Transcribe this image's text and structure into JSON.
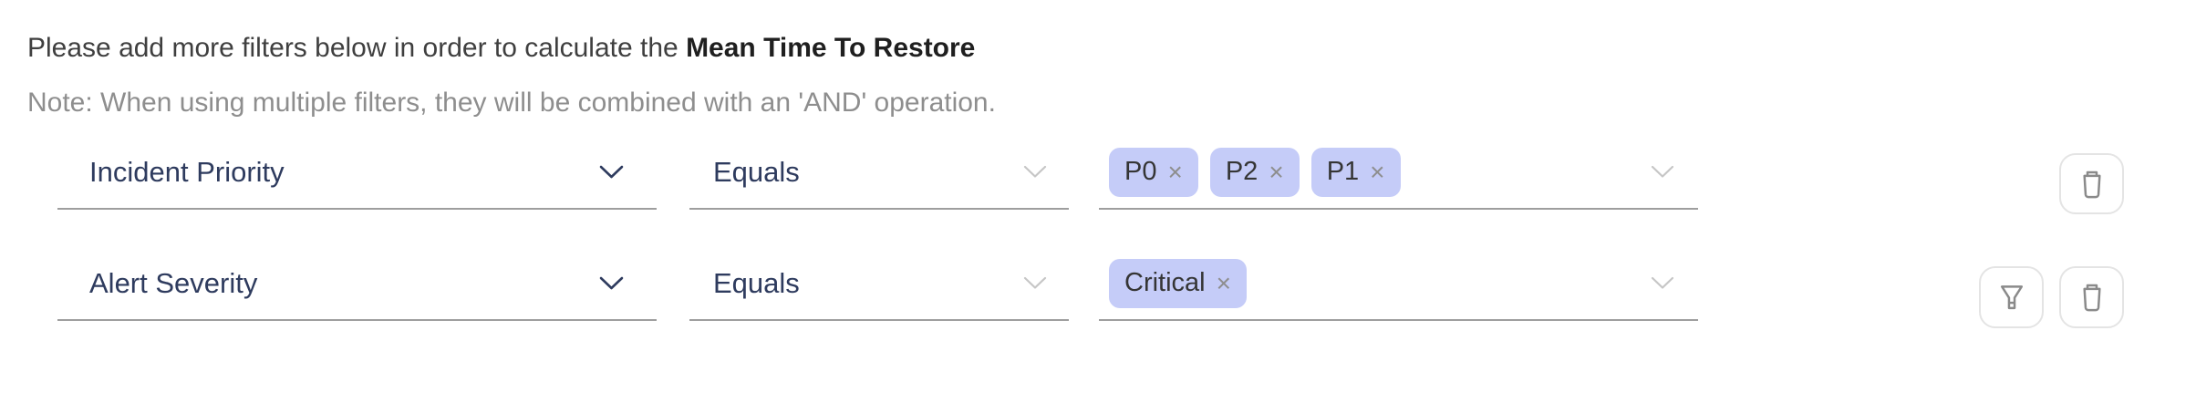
{
  "intro": {
    "line1_regular": "Please add more filters below in order to calculate the ",
    "line1_bold": "Mean Time To Restore",
    "note": "Note: When using multiple filters, they will be combined with an 'AND' operation."
  },
  "glyphs": {
    "remove_tag": "×"
  },
  "icons": {
    "field_dropdown": "chevron-down",
    "row_actions": [
      "funnel",
      "trash"
    ]
  },
  "colors": {
    "field_text": "#2e3b5e",
    "note_text": "#8e8e8e",
    "intro_text": "#3f3f3f",
    "underline": "#9e9e9e",
    "tag_background": "#c5ccf8",
    "tag_text": "#353535",
    "tag_remove": "#8e8e8e",
    "chevron_muted": "#c6c6c6",
    "icon_button_border": "#e4e4e4",
    "icon_stroke": "#8a8a8a"
  },
  "filters": [
    {
      "field": "Incident Priority",
      "operator": "Equals",
      "values": [
        "P0",
        "P2",
        "P1"
      ],
      "actions": [
        "delete"
      ]
    },
    {
      "field": "Alert Severity",
      "operator": "Equals",
      "values": [
        "Critical"
      ],
      "actions": [
        "filter",
        "delete"
      ]
    }
  ]
}
